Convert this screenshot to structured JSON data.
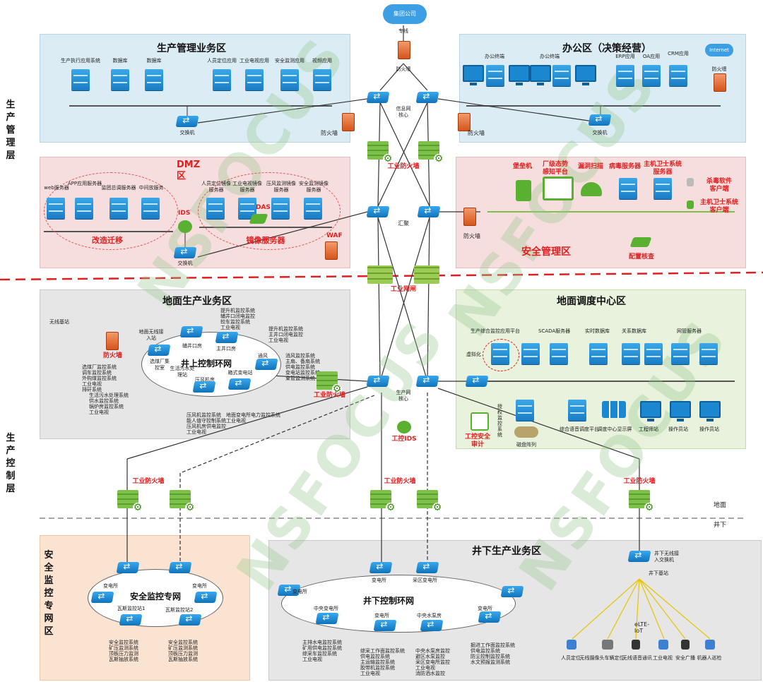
{
  "cloud": {
    "label": "集团公司"
  },
  "leased_line": "专线",
  "side_labels": {
    "upper": "生产管理层",
    "lower": "生产控制层"
  },
  "ground_labels": {
    "surface": "地面",
    "underground": "井下"
  },
  "zones": {
    "production_mgmt": {
      "title": "生产管理业务区",
      "servers": [
        "生产执行应用系统",
        "数据库",
        "数据库",
        "人员定位应用",
        "工业电视应用",
        "安全监测应用",
        "视频应用"
      ],
      "switch": "交换机",
      "firewall": "防火墙"
    },
    "office": {
      "title": "办公区（决策经营）",
      "terminals": [
        "办公终端",
        "办公终端"
      ],
      "apps": [
        "ERP应用",
        "OA应用",
        "CRM应用"
      ],
      "internet": "Internet",
      "firewall_top": "防火墙",
      "firewall": "防火墙",
      "switch": "交换机"
    },
    "dmz": {
      "title": "DMZ区",
      "servers": [
        "web服务器",
        "APP应用服务器",
        "监团总调服务器",
        "中间放服务"
      ],
      "mirror_servers": [
        "人员定位镜像服务器",
        "工业电视镜像服务器",
        "压风监测镜像服务器",
        "安全监测镜像服务器"
      ],
      "ids": "IDS",
      "das": "DAS",
      "waf": "WAF",
      "migration": "改造迁移",
      "mirror": "镜像服务器",
      "switch": "交换机"
    },
    "security_mgmt": {
      "title": "安全管理区",
      "items": [
        "堡垒机",
        "厂级态势感知平台",
        "漏洞扫描",
        "病毒服务器",
        "主机卫士系统服务器",
        "杀毒软件客户端",
        "主机卫士系统客户端"
      ],
      "config_check": "配置核查",
      "firewall": "防火墙"
    },
    "core": {
      "info_core": "信息网核心",
      "firewall": "防火墙",
      "ind_fw": "工业防火墙",
      "converge": "汇聚",
      "gateway": "工业网闸",
      "prod_core": "生产网核心",
      "ind_ids": "工控IDS"
    },
    "surface_prod": {
      "title": "地面生产业务区",
      "ring": "井上控制环网",
      "nodes": [
        "地面无线接入站",
        "辅井口房",
        "主井口房",
        "通风机房",
        "选煤厂集控室",
        "生活污水处理站",
        "压风机房",
        "箱式变电站"
      ],
      "wireless_base": "无线基站",
      "firewall": "防火墙",
      "ind_fw": "工业防火墙",
      "systems_a": [
        "提升机监控系统",
        "辅井口闭电监控",
        "较车监控系统",
        "工业电视"
      ],
      "systems_b": [
        "提升机监控系统",
        "主井口闭电监控",
        "工业电视"
      ],
      "systems_c": [
        "选煤厂监控系统",
        "调车监控系统",
        "外购煤监控系统",
        "工业电视",
        "排矸系统"
      ],
      "systems_d": [
        "消风监控系统",
        "主扇、备扇系统",
        "供电监控系统",
        "变电站监控系统",
        "束管监测系统"
      ],
      "systems_e": [
        "生活污水处理系统",
        "供水监控系统",
        "锅炉房监控系统",
        "工业电视"
      ],
      "systems_f": [
        "压风机监控系统",
        "能人值守控制系统",
        "压风机房供电监控",
        "工业电视"
      ],
      "systems_g": [
        "地面变电所电力监控系统",
        "工业电视"
      ]
    },
    "dispatch": {
      "title": "地面调度中心区",
      "servers": [
        "生产综合监控应用平台",
        "SCADA服务器",
        "实时数据库",
        "关系数据库",
        "网管服务器"
      ],
      "virtualization": "虚拟化",
      "audit": "工控安全审计",
      "audit_sys": "授权监控系统",
      "storage": "磁盘阵列",
      "terminals": [
        "综合语音调度平台",
        "调度中心显示屏",
        "工程师站",
        "操作员站",
        "操作员站"
      ]
    },
    "safety": {
      "title": "安全监控专网区",
      "ring": "安全监控专网",
      "nodes": [
        "变电所",
        "变电所",
        "瓦斯监控站1",
        "瓦斯监控站2"
      ],
      "systems_a": [
        "安全监控系统",
        "矿压监测系统",
        "顶板压力监测",
        "瓦斯抽放系统"
      ],
      "systems_b": [
        "安全监控系统",
        "矿压监测系统",
        "顶板压力监测",
        "瓦斯抽放系统"
      ]
    },
    "underground": {
      "title": "井下生产业务区",
      "ring": "井下控制环网",
      "nodes": [
        "变电所",
        "采区变电所",
        "变电所",
        "中央变电所",
        "变电所",
        "中央水泵房",
        "变电所"
      ],
      "wireless_switch": "井下无线接入交换机",
      "base_station": "井下基站",
      "lte": "eLTE-IoT",
      "endpoints": [
        "人员定位",
        "无线摄像头车辆定位",
        "无线语音通讯",
        "工业电视",
        "安全广播",
        "机器人巡检"
      ],
      "systems_a": [
        "主排水电监控系统",
        "矿用供电监控系统",
        "综采车监控系统",
        "工业电视"
      ],
      "systems_b": [
        "综采工作面监控系统",
        "供电监控系统",
        "主运输监控系统",
        "胶带机监控系统",
        "工业电视"
      ],
      "systems_c": [
        "中央水泵房监控",
        "避区水泵监控",
        "采区变电所监控",
        "工业电视",
        "消防洒水监控"
      ],
      "systems_d": [
        "掘进工作面监控系统",
        "供电监控系统",
        "防尘控制监控系统",
        "水文预报监测系统"
      ]
    },
    "ind_firewalls": [
      "工业防火墙",
      "工业防火墙",
      "工业防火墙"
    ]
  },
  "watermark": "NSFOCUS"
}
